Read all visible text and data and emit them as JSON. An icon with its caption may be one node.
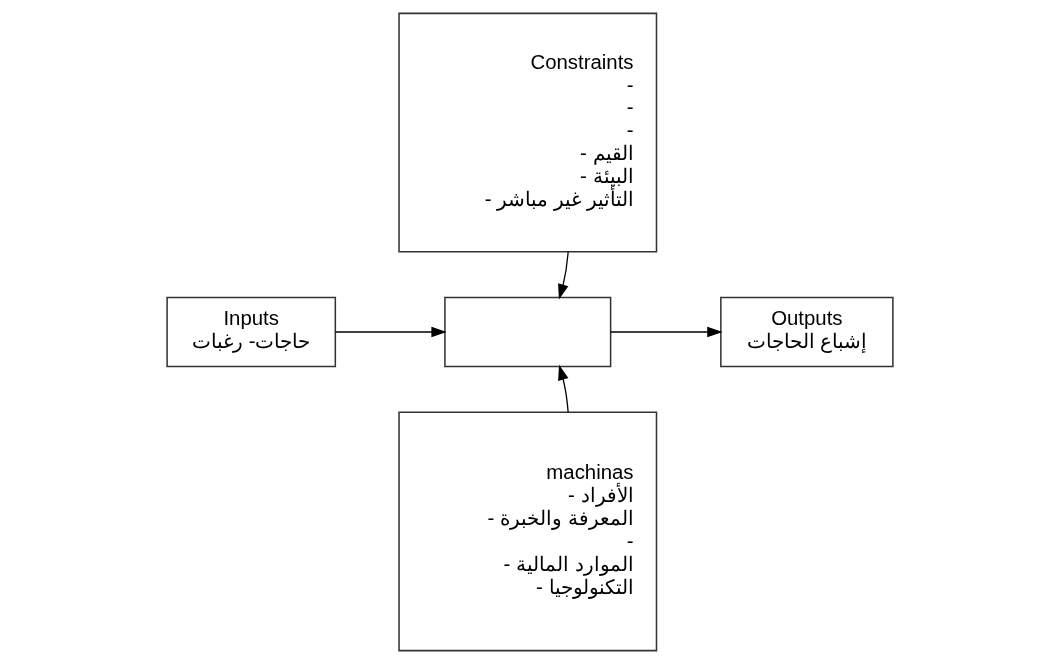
{
  "diagram": {
    "nodes": [
      {
        "text": [
          "Constraints",
          "-",
          "-",
          "-",
          "- القيم",
          "- البيئة",
          "- التأثير غير مباشر"
        ]
      },
      {
        "text": [
          "Inputs",
          "حاجات- رغبات"
        ]
      },
      {
        "text": [],
        "shape": "box"
      },
      {
        "text": [
          "Outputs",
          "إشباع الحاجات"
        ]
      },
      {
        "text": [
          "machinas",
          "- الأفراد",
          "- المعرفة والخبرة",
          "-",
          "- الموارد المالية",
          "- التكنولوجيا"
        ]
      }
    ],
    "edges": [
      {
        "from": 0,
        "to": 2,
        "arrow": "to"
      },
      {
        "from": 1,
        "to": 2,
        "arrow": "to"
      },
      {
        "from": 2,
        "to": 3,
        "arrow": "to"
      },
      {
        "from": 4,
        "to": 2,
        "arrow": "to"
      }
    ]
  }
}
